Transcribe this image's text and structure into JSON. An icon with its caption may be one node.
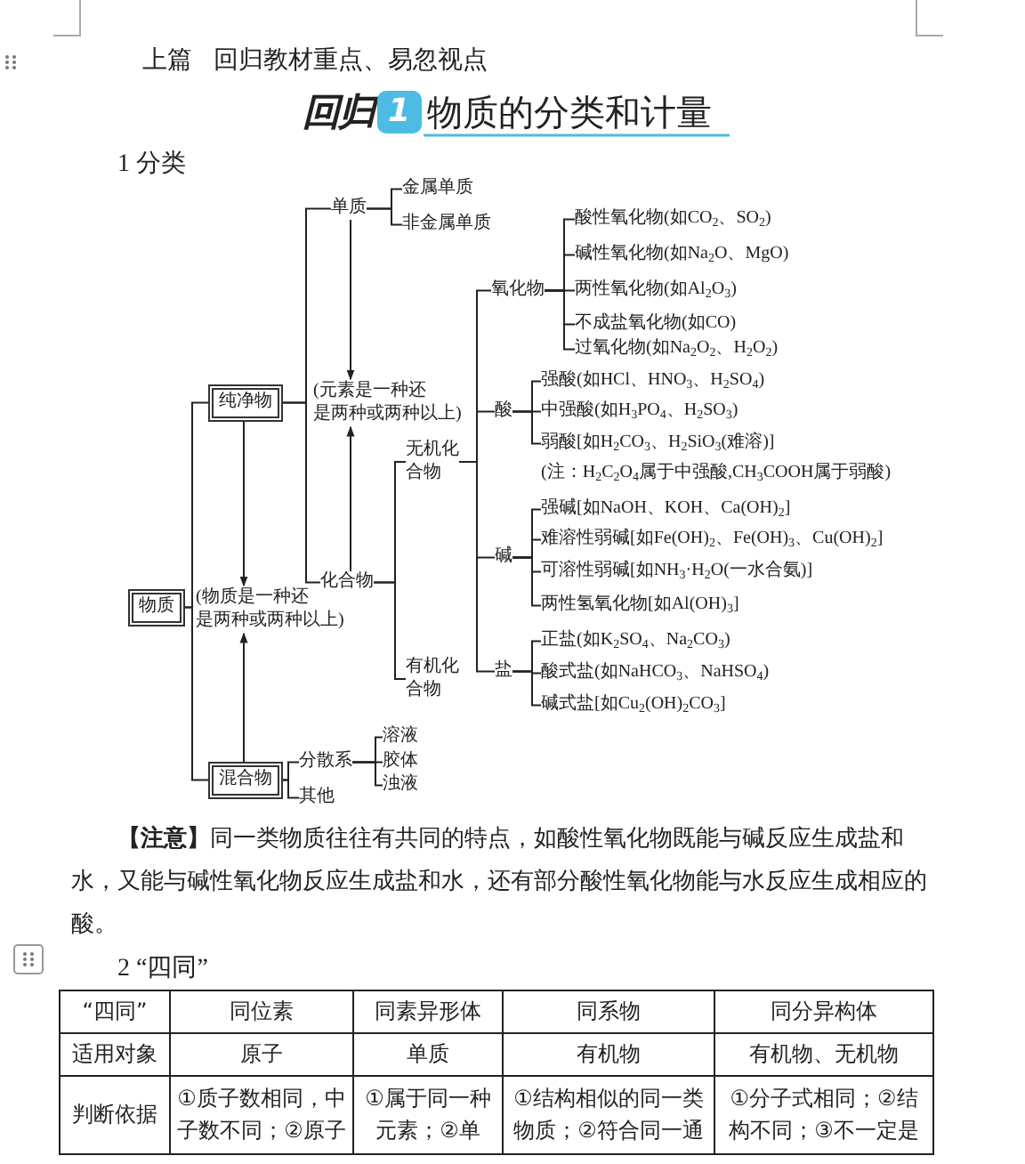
{
  "diagram": {
    "title": "物质的分类和计量",
    "nodes": [
      {
        "text": [
          "物质"
        ]
      },
      {
        "text": [
          "纯净物"
        ]
      },
      {
        "text": [
          "混合物"
        ]
      },
      {
        "text": [
          "(物质是一种还是两种或两种以上)"
        ]
      },
      {
        "text": [
          "单质"
        ]
      },
      {
        "text": [
          "金属单质"
        ]
      },
      {
        "text": [
          "非金属单质"
        ]
      },
      {
        "text": [
          "(元素是一种还是两种或两种以上)"
        ]
      },
      {
        "text": [
          "化合物"
        ]
      },
      {
        "text": [
          "无机化合物"
        ]
      },
      {
        "text": [
          "有机化合物"
        ]
      },
      {
        "text": [
          "氧化物"
        ]
      },
      {
        "text": [
          "酸性氧化物(如CO$_{2}$、SO$_{2}$)"
        ]
      },
      {
        "text": [
          "碱性氧化物(如Na$_{2}$O、MgO)"
        ]
      },
      {
        "text": [
          "两性氧化物(如Al$_{2}$O$_{3}$)"
        ]
      },
      {
        "text": [
          "不成盐氧化物(如CO)"
        ]
      },
      {
        "text": [
          "过氧化物(如Na$_{2}$O$_{2}$、H$_{2}$O$_{2}$)"
        ]
      },
      {
        "text": [
          "酸"
        ]
      },
      {
        "text": [
          "强酸(如HCl、HNO$_{3}$、H$_{2}$SO$_{4}$)"
        ]
      },
      {
        "text": [
          "中强酸(如H$_{3}$PO$_{4}$、H$_{2}$SO$_{3}$)"
        ]
      },
      {
        "text": [
          "弱酸[如H$_{2}$CO$_{3}$、H$_{2}$SiO$_{3}$(难溶)]"
        ]
      },
      {
        "text": [
          "碱"
        ]
      },
      {
        "text": [
          "强碱[如NaOH、KOH、Ca(OH)$_{2}$]"
        ]
      },
      {
        "text": [
          "难溶性弱碱[如Fe(OH)$_{2}$、Fe(OH)$_{3}$、Cu(OH)$_{2}$]"
        ]
      },
      {
        "text": [
          "可溶性弱碱[如NH$_{3}$·H$_{2}$O(一水合氨)]"
        ]
      },
      {
        "text": [
          "两性氢氧化物[如Al(OH)$_{3}$]"
        ]
      },
      {
        "text": [
          "盐"
        ]
      },
      {
        "text": [
          "正盐(如K$_{2}$SO$_{4}$、Na$_{2}$CO$_{3}$)"
        ]
      },
      {
        "text": [
          "酸式盐(如NaHCO$_{3}$、NaHSO$_{4}$)"
        ]
      },
      {
        "text": [
          "碱式盐[如Cu$_{2}$(OH)$_{2}$CO$_{3}$]"
        ]
      },
      {
        "text": [
          "分散系"
        ]
      },
      {
        "text": [
          "溶液"
        ]
      },
      {
        "text": [
          "胶体"
        ]
      },
      {
        "text": [
          "浊液"
        ]
      },
      {
        "text": [
          "其他"
        ]
      }
    ],
    "edges": [
      {
        "from": 0,
        "to": 1,
        "arrow": "none"
      },
      {
        "from": 0,
        "to": 2,
        "arrow": "none"
      },
      {
        "from": 1,
        "to": 4,
        "arrow": "none"
      },
      {
        "from": 1,
        "to": 8,
        "arrow": "none"
      },
      {
        "from": 4,
        "to": 5,
        "arrow": "none"
      },
      {
        "from": 4,
        "to": 6,
        "arrow": "none"
      },
      {
        "from": 8,
        "to": 9,
        "arrow": "none"
      },
      {
        "from": 8,
        "to": 10,
        "arrow": "none"
      },
      {
        "from": 9,
        "to": 11,
        "arrow": "none"
      },
      {
        "from": 9,
        "to": 17,
        "arrow": "none"
      },
      {
        "from": 9,
        "to": 21,
        "arrow": "none"
      },
      {
        "from": 9,
        "to": 26,
        "arrow": "none"
      },
      {
        "from": 11,
        "to": 12,
        "arrow": "none"
      },
      {
        "from": 11,
        "to": 13,
        "arrow": "none"
      },
      {
        "from": 11,
        "to": 14,
        "arrow": "none"
      },
      {
        "from": 11,
        "to": 15,
        "arrow": "none"
      },
      {
        "from": 11,
        "to": 16,
        "arrow": "none"
      },
      {
        "from": 17,
        "to": 18,
        "arrow": "none"
      },
      {
        "from": 17,
        "to": 19,
        "arrow": "none"
      },
      {
        "from": 17,
        "to": 20,
        "arrow": "none"
      },
      {
        "from": 21,
        "to": 22,
        "arrow": "none"
      },
      {
        "from": 21,
        "to": 23,
        "arrow": "none"
      },
      {
        "from": 21,
        "to": 24,
        "arrow": "none"
      },
      {
        "from": 21,
        "to": 25,
        "arrow": "none"
      },
      {
        "from": 26,
        "to": 27,
        "arrow": "none"
      },
      {
        "from": 26,
        "to": 28,
        "arrow": "none"
      },
      {
        "from": 26,
        "to": 29,
        "arrow": "none"
      },
      {
        "from": 2,
        "to": 30,
        "arrow": "none"
      },
      {
        "from": 2,
        "to": 34,
        "arrow": "none"
      },
      {
        "from": 30,
        "to": 31,
        "arrow": "none"
      },
      {
        "from": 30,
        "to": 32,
        "arrow": "none"
      },
      {
        "from": 30,
        "to": 33,
        "arrow": "none"
      },
      {
        "from": 4,
        "to": 7,
        "arrow": "to"
      },
      {
        "from": 8,
        "to": 7,
        "arrow": "to"
      },
      {
        "from": 1,
        "to": 3,
        "arrow": "to"
      },
      {
        "from": 2,
        "to": 3,
        "arrow": "to"
      }
    ],
    "labels": [
      "上篇",
      "回归教材重点、易忽视点",
      "回归",
      "1",
      "1 分类",
      "(注：H$_{2}$C$_{2}$O$_{4}$属于中强酸,CH$_{3}$COOH属于弱酸)",
      "**【注意】**同一类物质往往有共同的特点，如酸性氧化物既能与碱反应生成盐和水，又能与碱性氧化物反应生成盐和水，还有部分酸性氧化物能与水反应生成相应的酸。",
      "2 “四同”",
      "“四同”",
      "同位素",
      "同素异形体",
      "同系物",
      "同分异构体",
      "适用对象",
      "原子",
      "单质",
      "有机物",
      "有机物、无机物",
      "判断依据",
      "①质子数相同，中子数不同；②原子",
      "①属于同一种元素；②单",
      "①结构相似的同一类物质；②符合同一通",
      "①分子式相同；②结构不同；③不一定是"
    ]
  }
}
